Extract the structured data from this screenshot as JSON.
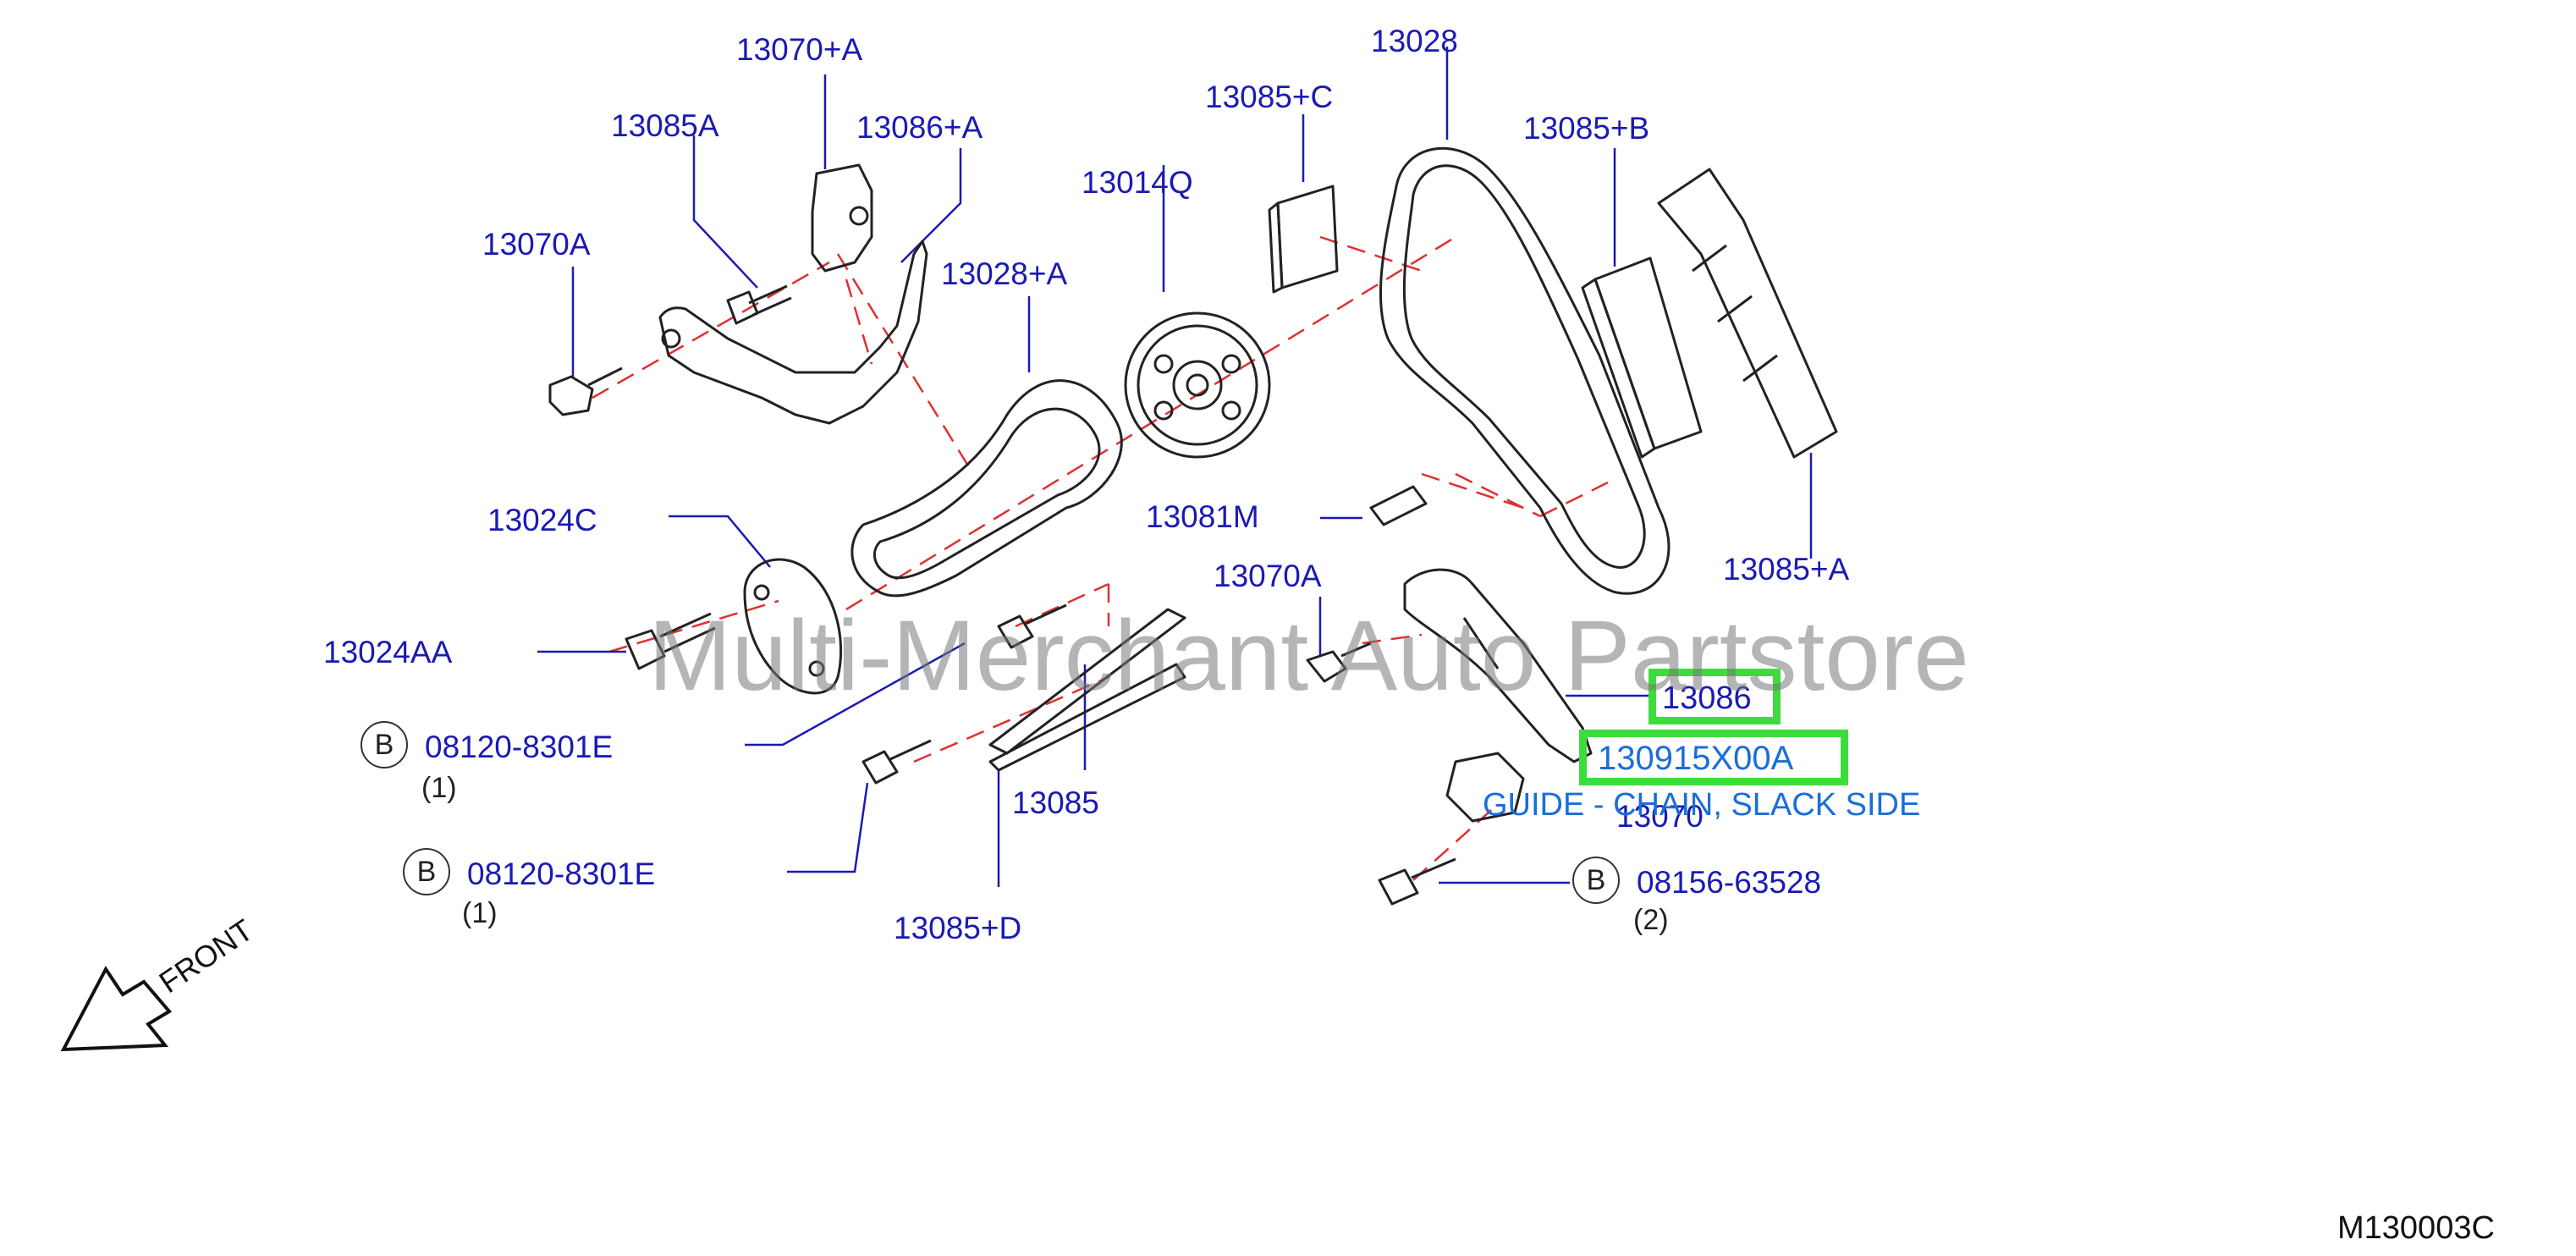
{
  "diagram": {
    "part_labels": {
      "p13070_a_top": "13070+A",
      "p13085a": "13085A",
      "p13086_a": "13086+A",
      "p13070a_left": "13070A",
      "p13028_a": "13028+A",
      "p13014q": "13014Q",
      "p13085_c": "13085+C",
      "p13028": "13028",
      "p13085_b": "13085+B",
      "p13024c": "13024C",
      "p13081m": "13081M",
      "p13085_a_right": "13085+A",
      "p13024aa": "13024AA",
      "p13070a_mid": "13070A",
      "p08120_1": "08120-8301E",
      "p08120_2": "08120-8301E",
      "p13085": "13085",
      "p13085_d": "13085+D",
      "p13070": "13070",
      "p08156": "08156-63528"
    },
    "bolt_marks": {
      "b1": "B",
      "b2": "B",
      "b3": "B"
    },
    "quantities": {
      "q1": "(1)",
      "q2": "(1)",
      "q3": "(2)"
    },
    "highlighted": {
      "label_13086": "13086",
      "label_selected": "130915X00A",
      "tooltip": "GUIDE - CHAIN, SLACK SIDE",
      "highlight_color": "#3ddc3d"
    },
    "front_label": "FRONT",
    "diagram_code": "M130003C",
    "watermark": "Multi-Merchant Auto Partstore",
    "colors": {
      "label": "#1a1ab4",
      "leader": "#1a1ab4",
      "dash": "#e03030",
      "tooltip": "#1a6ed8"
    }
  }
}
